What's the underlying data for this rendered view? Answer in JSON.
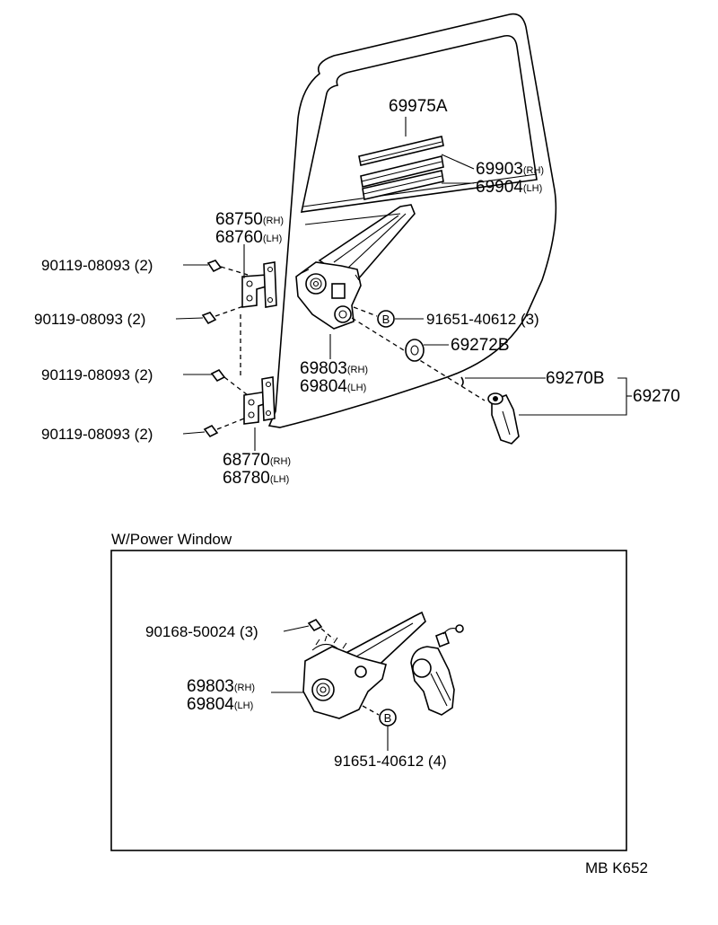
{
  "main_labels": {
    "p69975a": "69975A",
    "p69903": "69903",
    "p69904": "69904",
    "p68750": "68750",
    "p68760": "68760",
    "p90119_a": "90119-08093 (2)",
    "p90119_b": "90119-08093 (2)",
    "p90119_c": "90119-08093 (2)",
    "p90119_d": "90119-08093 (2)",
    "p91651_3": "91651-40612 (3)",
    "p69272b": "69272B",
    "p69803": "69803",
    "p69804": "69804",
    "p69270b": "69270B",
    "p69270": "69270",
    "p68770": "68770",
    "p68780": "68780"
  },
  "suffix": {
    "rh": "(RH)",
    "lh": "(LH)"
  },
  "bolt_marker": "B",
  "power_window": {
    "title": "W/Power Window",
    "p90168": "90168-50024 (3)",
    "p69803": "69803",
    "p69804": "69804",
    "p91651_4": "91651-40612 (4)"
  },
  "footer_code": "MB K652"
}
